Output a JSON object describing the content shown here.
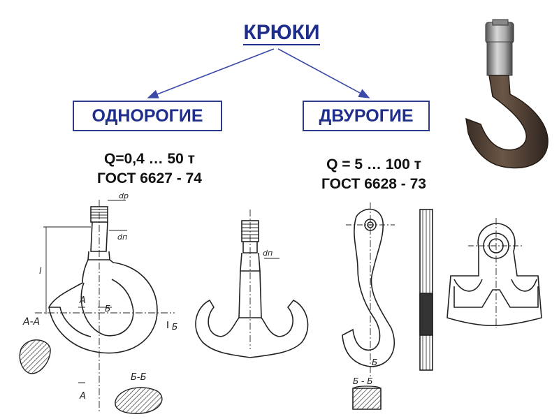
{
  "title": "КРЮКИ",
  "categories": {
    "single": {
      "label": "ОДНОРОГИЕ",
      "capacity": "Q=0,4 … 50 т",
      "standard": "ГОСТ 6627 - 74"
    },
    "double": {
      "label": "ДВУРОГИЕ",
      "capacity": "Q = 5 … 100 т",
      "standard": "ГОСТ 6628 - 73"
    }
  },
  "drawing_labels": {
    "thread_diameter": "dр",
    "shank_diameter": "dп",
    "length": "l",
    "section_aa": "А-А",
    "section_bb": "Б-Б",
    "mark_a": "А",
    "mark_b": "Б",
    "shank_diameter_double": "dп",
    "section_bb_double": "Б - Б"
  },
  "colors": {
    "title_blue": "#1f2d8c",
    "arrow_blue": "#3b4aa8",
    "box_border": "#2c3a8e",
    "hook_metal": "#5a4636"
  }
}
